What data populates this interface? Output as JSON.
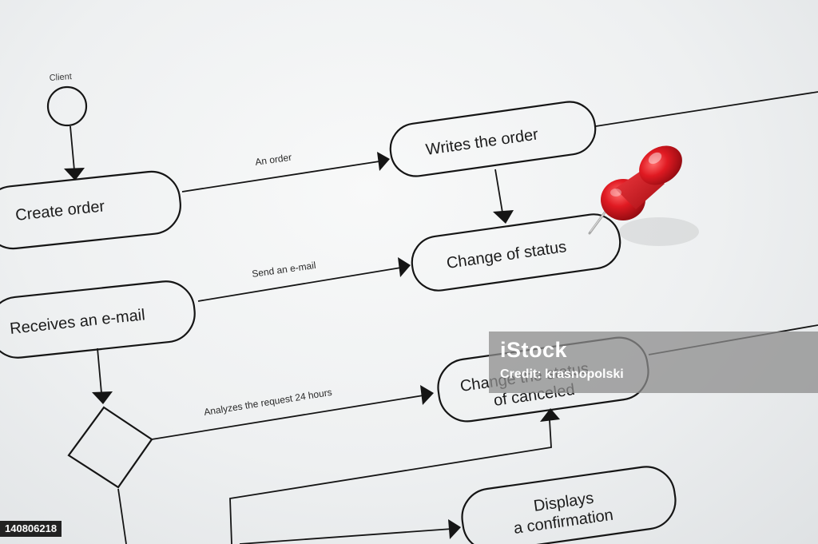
{
  "diagram": {
    "actor_label": "Client",
    "nodes": {
      "create_order": "Create order",
      "writes_order": "Writes the order",
      "change_status": "Change of status",
      "receives_email": "Receives an e-mail",
      "change_canceled_line1": "Change the status",
      "change_canceled_line2": "of canceled",
      "displays_line1": "Displays",
      "displays_line2": "a confirmation"
    },
    "edges": {
      "an_order": "An order",
      "send_email": "Send an e-mail",
      "analyzes": "Analyzes the request 24 hours"
    }
  },
  "pushpin": {
    "color": "#d8121b"
  },
  "watermark": {
    "logo": "iStock",
    "credit": "Credit: krasnopolski"
  },
  "image_id": "140806218"
}
